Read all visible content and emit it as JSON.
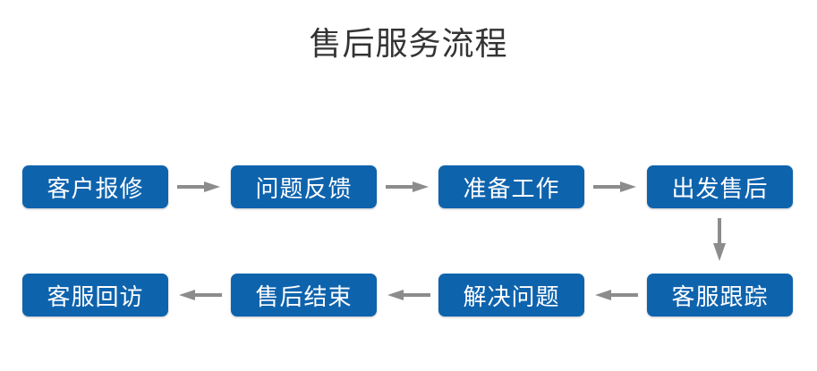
{
  "title": "售后服务流程",
  "colors": {
    "box": "#0e63ad",
    "arrow": "#8c8c8c",
    "title": "#333333"
  },
  "steps": [
    {
      "label": "客户报修"
    },
    {
      "label": "问题反馈"
    },
    {
      "label": "准备工作"
    },
    {
      "label": "出发售后"
    },
    {
      "label": "客服跟踪"
    },
    {
      "label": "解决问题"
    },
    {
      "label": "售后结束"
    },
    {
      "label": "客服回访"
    }
  ],
  "connectors": [
    {
      "from": "客户报修",
      "to": "问题反馈",
      "direction": "right"
    },
    {
      "from": "问题反馈",
      "to": "准备工作",
      "direction": "right"
    },
    {
      "from": "准备工作",
      "to": "出发售后",
      "direction": "right"
    },
    {
      "from": "出发售后",
      "to": "客服跟踪",
      "direction": "down"
    },
    {
      "from": "客服跟踪",
      "to": "解决问题",
      "direction": "left"
    },
    {
      "from": "解决问题",
      "to": "售后结束",
      "direction": "left"
    },
    {
      "from": "售后结束",
      "to": "客服回访",
      "direction": "left"
    }
  ]
}
